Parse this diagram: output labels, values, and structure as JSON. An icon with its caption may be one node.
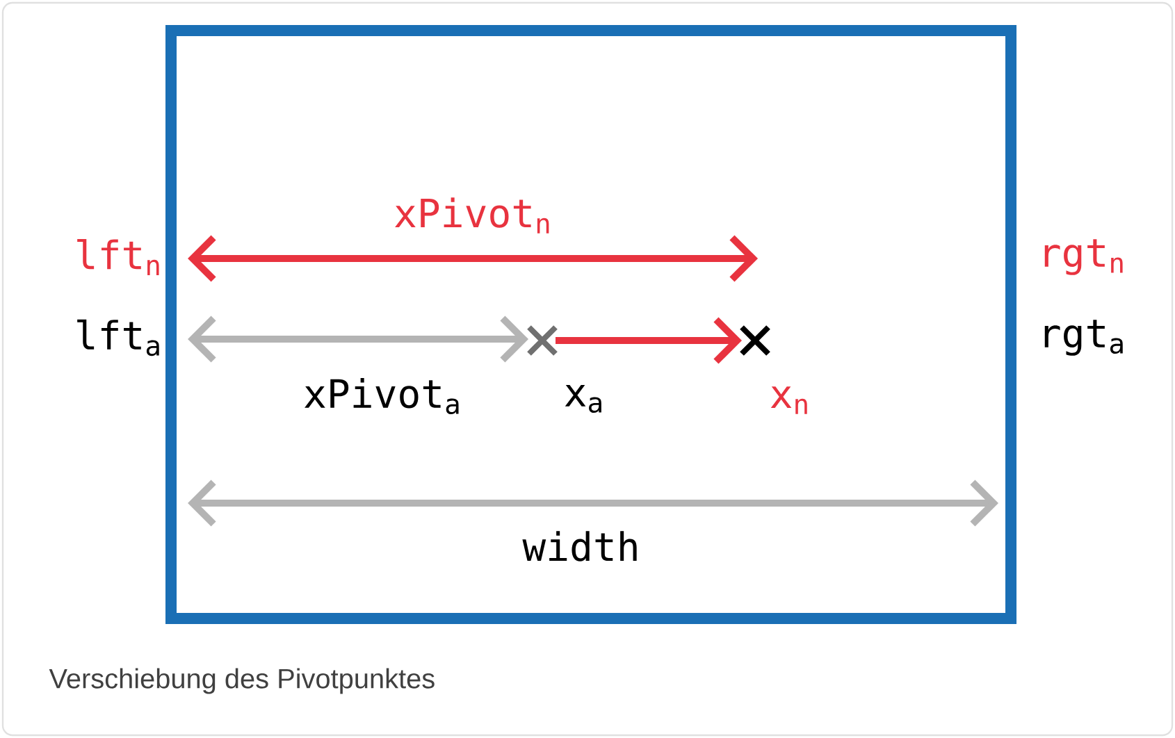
{
  "diagram": {
    "caption": "Verschiebung des Pivotpunktes",
    "nodes": [
      {
        "text": [],
        "shape": "cross",
        "beside": [
          "x$_{a}$"
        ]
      },
      {
        "text": [],
        "shape": "cross",
        "beside": [
          "x$_{n}$"
        ]
      }
    ],
    "edges": [
      {
        "from": 0,
        "to": 1,
        "arrow": "to",
        "color": "#e8333f"
      }
    ],
    "labels": [
      "xPivot$_{n}$",
      "lft$_{n}$",
      "rgt$_{n}$",
      "lft$_{a}$",
      "rgt$_{a}$",
      "xPivot$_{a}$",
      "width"
    ]
  }
}
